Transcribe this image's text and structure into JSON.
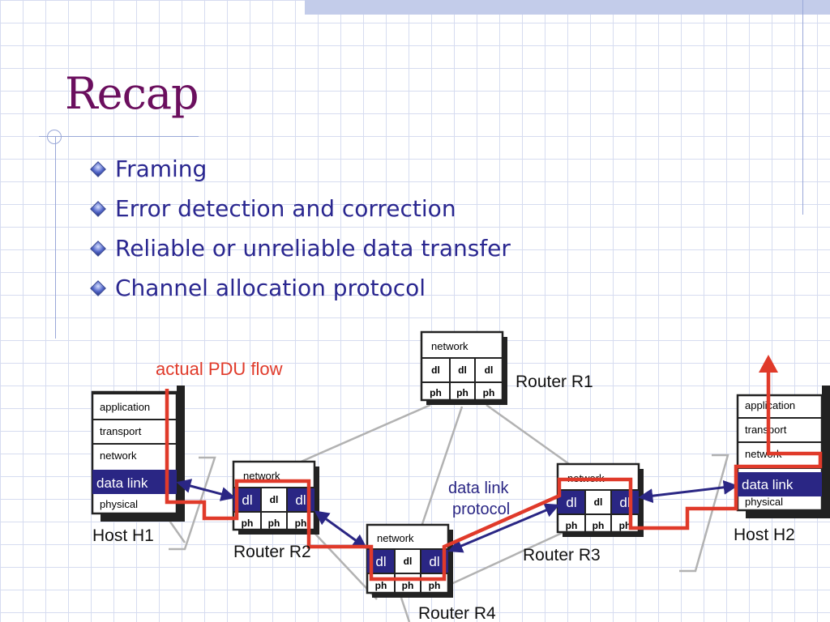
{
  "slide": {
    "title": "Recap",
    "bullets": [
      "Framing",
      "Error detection and correction",
      "Reliable or unreliable data transfer",
      "Channel allocation protocol"
    ]
  },
  "diagram": {
    "pdu_label": "actual PDU flow",
    "protocol_label_1": "data link",
    "protocol_label_2": "protocol",
    "host_layers": [
      "application",
      "transport",
      "network",
      "data link",
      "physical"
    ],
    "router_cells": {
      "network": "network",
      "dl": "dl",
      "ph": "ph"
    },
    "hosts": {
      "h1": "Host H1",
      "h2": "Host H2"
    },
    "routers": {
      "r1": "Router R1",
      "r2": "Router R2",
      "r3": "Router R3",
      "r4": "Router R4"
    },
    "colors": {
      "flow": "#e03a2a",
      "highlight": "#2a2684",
      "link": "#2a2684",
      "title": "#6b0f5e",
      "bullet_text": "#2a2790"
    }
  }
}
